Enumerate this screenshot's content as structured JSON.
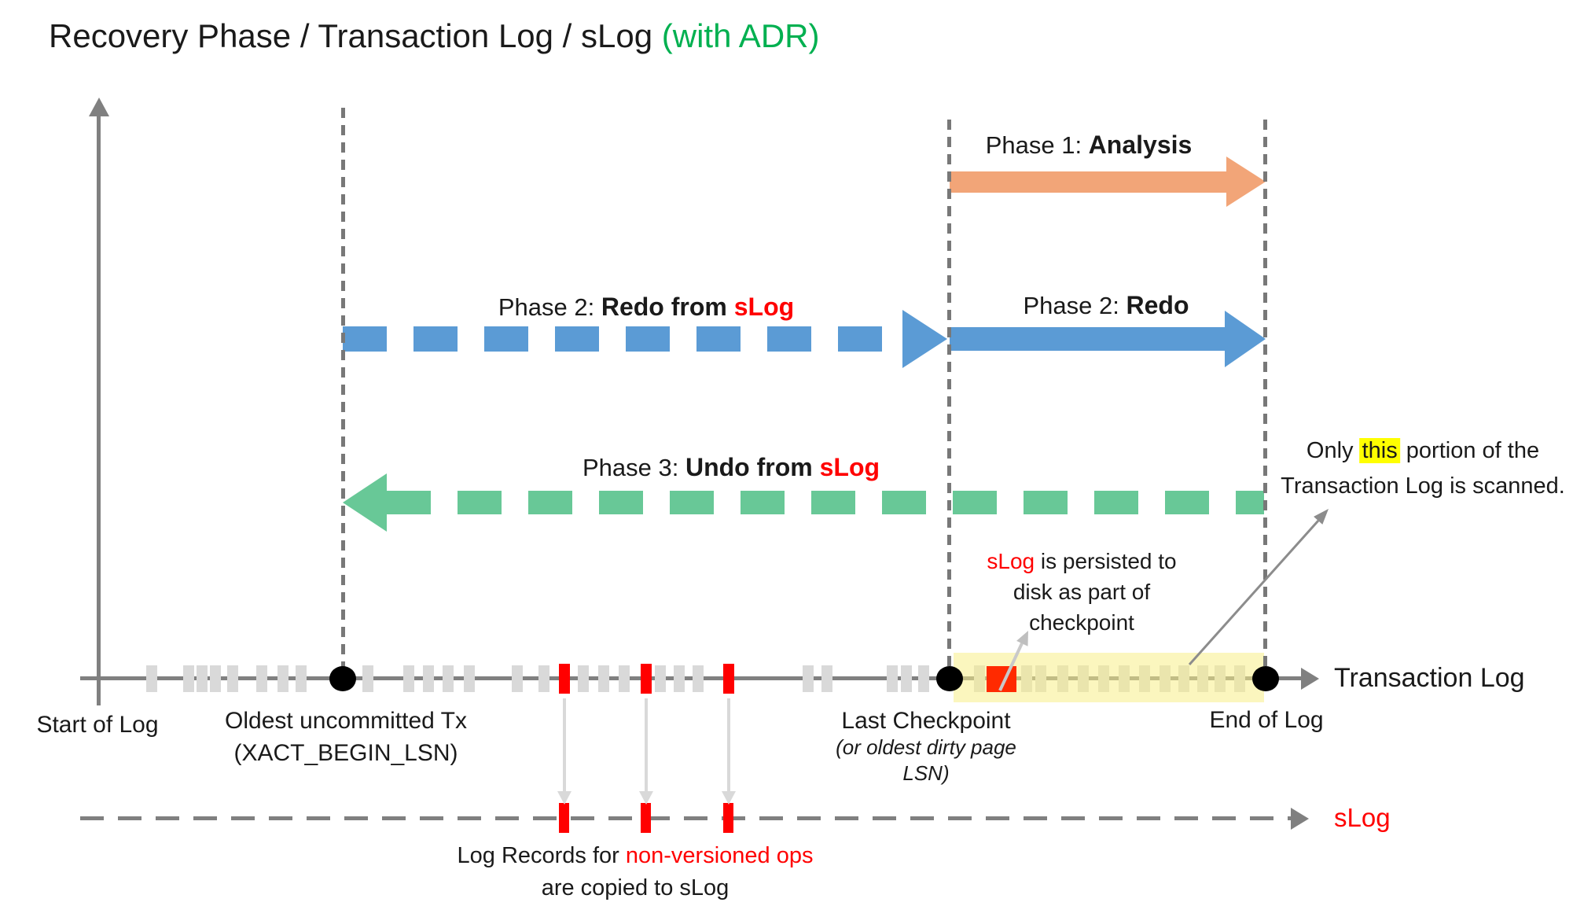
{
  "title": {
    "main": "Recovery Phase / Transaction Log / sLog ",
    "suffix": "(with ADR)"
  },
  "colors": {
    "accent_green": "#00B050",
    "phase1_orange": "#F2A578",
    "phase_blue": "#5B9BD5",
    "phase3_green": "#68C897",
    "red": "#FF0000",
    "red_square": "#FF2A00",
    "highlight_yellow": "#FFFF00",
    "band_yellow": "rgba(247,238,136,0.55)",
    "axis_gray": "#808080",
    "tick_gray": "#D9D9D9"
  },
  "phases": {
    "p1_prefix": "Phase 1: ",
    "p1_bold": "Analysis",
    "p2slog_prefix": "Phase 2: ",
    "p2slog_bold": "Redo from ",
    "p2slog_red": "sLog",
    "p2_prefix": "Phase 2: ",
    "p2_bold": "Redo",
    "p3_prefix": "Phase 3: ",
    "p3_bold": "Undo from ",
    "p3_red": "sLog"
  },
  "annotations": {
    "scan_line1_pre": "Only ",
    "scan_highlight": "this",
    "scan_line1_post": " portion of the",
    "scan_line2": "Transaction Log is scanned.",
    "persist_red": "sLog",
    "persist_line1_rest": " is persisted to",
    "persist_line2": "disk as part of",
    "persist_line3": "checkpoint"
  },
  "axis": {
    "x_label": "Transaction Log",
    "slog_label": "sLog",
    "start_label": "Start of Log",
    "oldest_line1": "Oldest uncommitted Tx",
    "oldest_line2": "(XACT_BEGIN_LSN)",
    "checkpoint_line1": "Last Checkpoint",
    "checkpoint_line2": "(or oldest dirty page",
    "checkpoint_line3": "LSN)",
    "end_label": "End of Log"
  },
  "slog_note": {
    "line1_pre": "Log Records for ",
    "line1_red": "non-versioned ops",
    "line2": "are copied to sLog"
  },
  "marks": {
    "gray_ticks": [
      193,
      240,
      257,
      274,
      296,
      333,
      360,
      383,
      468,
      520,
      545,
      570,
      597,
      658,
      692,
      742,
      768,
      794,
      840,
      864,
      888,
      1028,
      1052,
      1135,
      1153,
      1175
    ],
    "band_ticks": [
      1246,
      1306,
      1324,
      1352,
      1378,
      1404,
      1430,
      1456,
      1482,
      1506,
      1530,
      1552,
      1577
    ],
    "red_ticks": [
      718,
      822,
      927
    ],
    "slog_red_ticks": [
      718,
      822,
      927
    ],
    "connector_xs": [
      718,
      822,
      927
    ]
  }
}
